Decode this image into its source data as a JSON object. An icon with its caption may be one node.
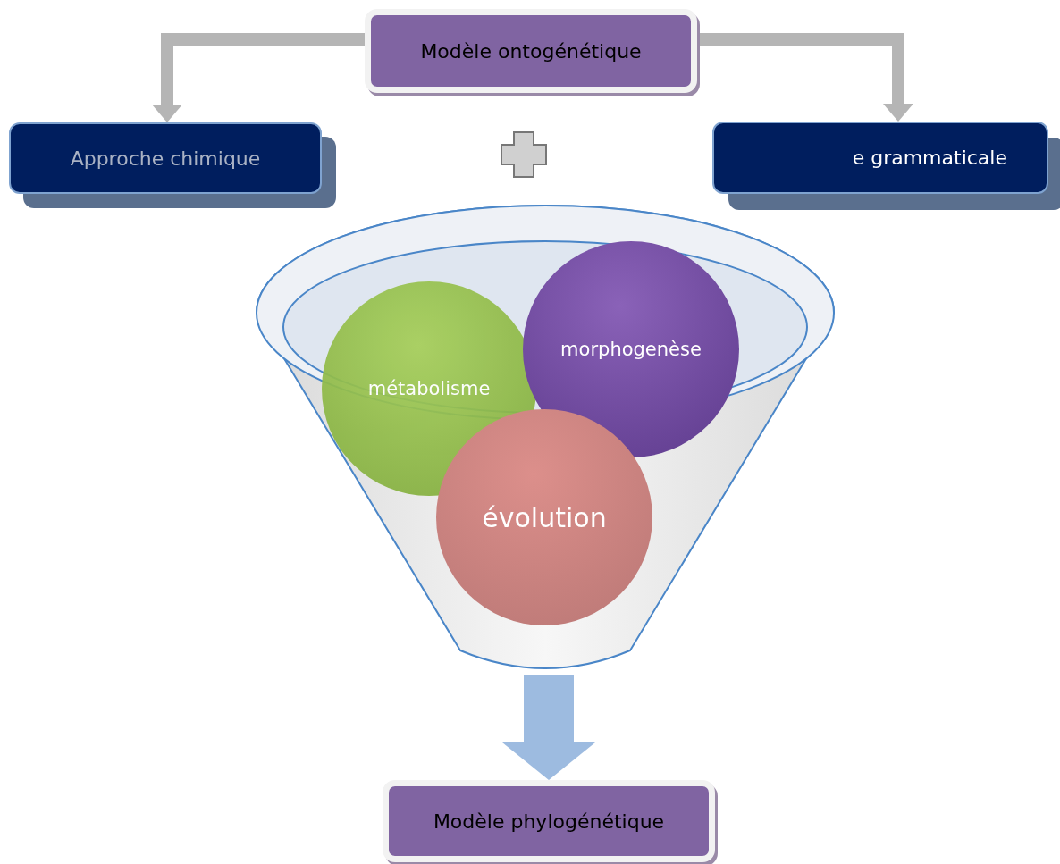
{
  "diagram": {
    "nodes": [
      {
        "text": [
          "Modèle ontogénétique"
        ]
      },
      {
        "text": [
          "Approche chimique"
        ]
      },
      {
        "text": [
          "e grammaticale"
        ]
      },
      {
        "text": [],
        "shape": "funnel"
      },
      {
        "text": [
          "métabolisme"
        ],
        "in": 3
      },
      {
        "text": [
          "morphogenèse"
        ],
        "in": 3
      },
      {
        "text": [
          "évolution"
        ],
        "in": 3
      },
      {
        "text": [
          "Modèle phylogénétique"
        ]
      }
    ],
    "edges": [
      {
        "from": 0,
        "to": 1,
        "arrow": "to"
      },
      {
        "from": 0,
        "to": 2,
        "arrow": "to"
      },
      {
        "from": 3,
        "to": 7,
        "arrow": "to",
        "style": "thick",
        "color": "#9dbbe0"
      }
    ]
  }
}
